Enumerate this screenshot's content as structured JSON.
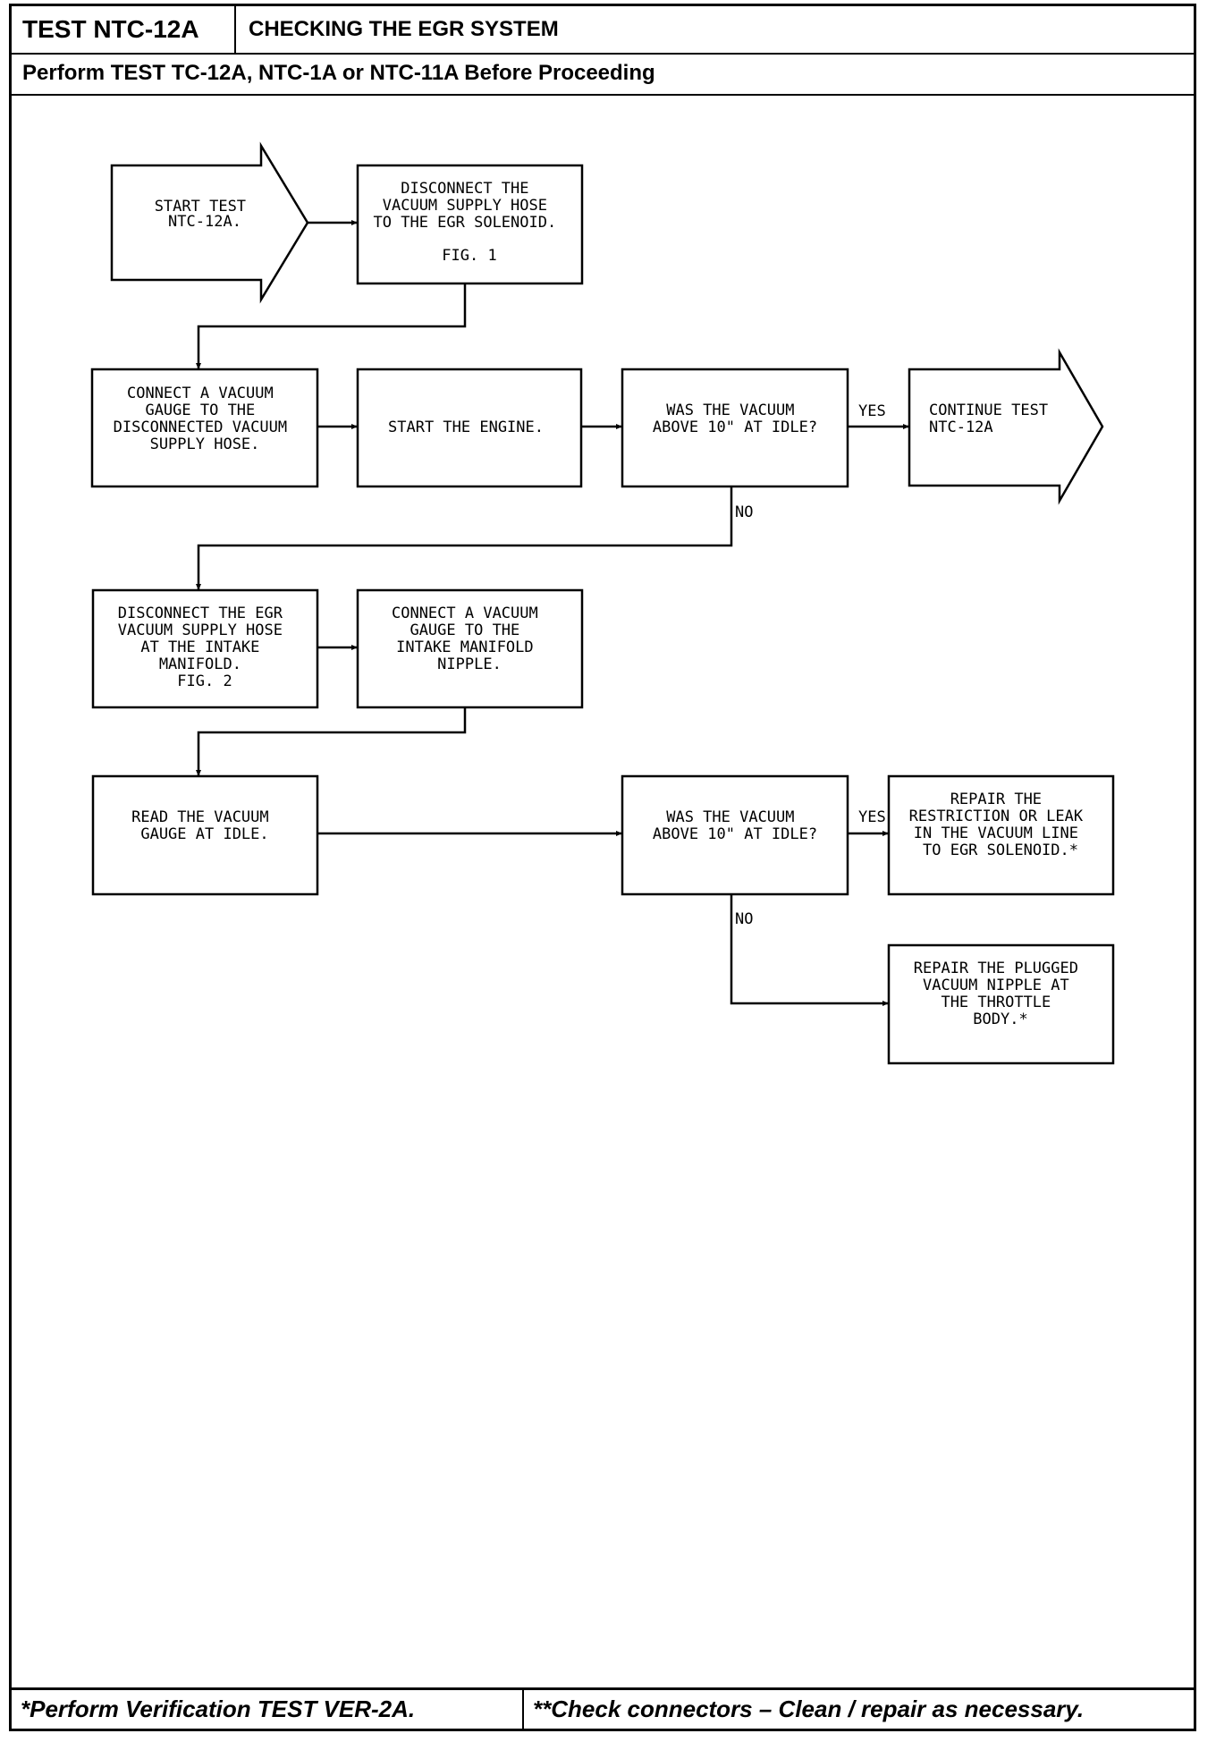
{
  "header": {
    "test_id": "TEST NTC-12A",
    "title": "CHECKING THE EGR SYSTEM",
    "prerequisite": "Perform TEST TC-12A, NTC-1A or NTC-11A Before Proceeding"
  },
  "steps": {
    "start": [
      "START TEST",
      "NTC-12A."
    ],
    "disconnect_supply": [
      "DISCONNECT THE",
      "VACUUM SUPPLY HOSE",
      "TO THE EGR SOLENOID.",
      "",
      "FIG. 1"
    ],
    "connect_gauge_hose": [
      "CONNECT A VACUUM",
      "GAUGE TO THE",
      "DISCONNECTED VACUUM",
      "SUPPLY HOSE."
    ],
    "start_engine": [
      "START THE ENGINE."
    ],
    "decision_1": [
      "WAS THE VACUUM",
      "ABOVE 10\" AT IDLE?"
    ],
    "continue": [
      "CONTINUE TEST",
      "NTC-12A"
    ],
    "disconnect_egr": [
      "DISCONNECT THE EGR",
      "VACUUM SUPPLY HOSE",
      "AT THE INTAKE",
      "MANIFOLD.",
      "FIG. 2"
    ],
    "connect_gauge_nipple": [
      "CONNECT A VACUUM",
      "GAUGE TO THE",
      "INTAKE MANIFOLD",
      "NIPPLE."
    ],
    "read_gauge": [
      "READ THE VACUUM",
      "GAUGE AT IDLE."
    ],
    "decision_2": [
      "WAS THE VACUUM",
      "ABOVE 10\" AT IDLE?"
    ],
    "repair_restriction": [
      "REPAIR THE",
      "RESTRICTION OR LEAK",
      "IN THE VACUUM LINE",
      "TO EGR SOLENOID.*"
    ],
    "repair_plugged": [
      "REPAIR THE PLUGGED",
      "VACUUM NIPPLE AT",
      "THE THROTTLE",
      "BODY.*"
    ]
  },
  "labels": {
    "yes": "YES",
    "no": "NO"
  },
  "footer": {
    "left": "*Perform Verification TEST VER-2A.",
    "right": "**Check connectors – Clean / repair as necessary."
  }
}
